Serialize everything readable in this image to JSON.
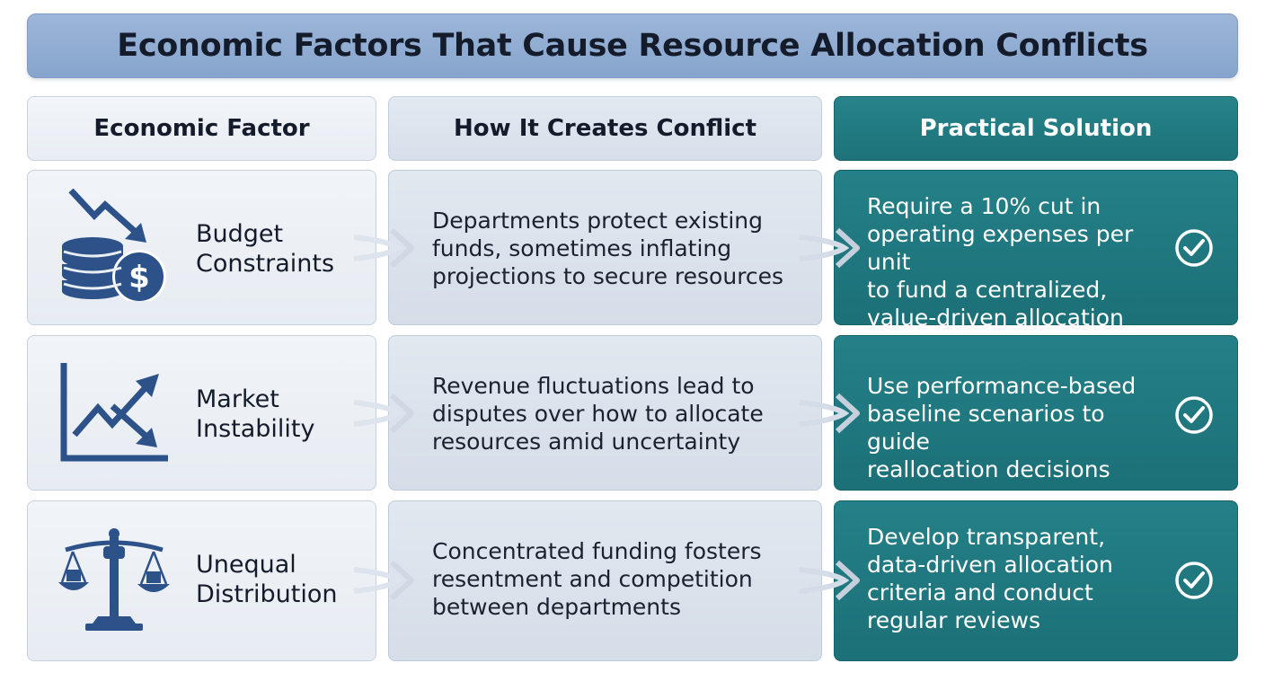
{
  "title": "Economic Factors That Cause Resource Allocation Conflicts",
  "headers": {
    "factor": "Economic Factor",
    "conflict": "How It Creates Conflict",
    "solution": "Practical Solution"
  },
  "colors": {
    "navy_icon": "#2d5189",
    "teal": "#1f777e",
    "title_blue": "#8fabd1"
  },
  "rows": [
    {
      "icon": "coins-down-trend-icon",
      "factor_line1": "Budget",
      "factor_line2": "Constraints",
      "conflict_lines": [
        "Departments protect existing",
        "funds, sometimes inflating",
        "projections to secure resources"
      ],
      "solution_lines": [
        "Require a 10% cut in",
        "operating expenses per unit",
        "to fund a centralized,",
        "value-driven allocation pool"
      ],
      "check_icon": "check-circle-icon"
    },
    {
      "icon": "volatile-chart-icon",
      "factor_line1": "Market",
      "factor_line2": "Instability",
      "conflict_lines": [
        "Revenue fluctuations lead to",
        "disputes over how to allocate",
        "resources amid uncertainty"
      ],
      "solution_lines": [
        "Use performance-based",
        "baseline scenarios to guide",
        "reallocation decisions"
      ],
      "check_icon": "check-circle-icon"
    },
    {
      "icon": "balance-scale-icon",
      "factor_line1": "Unequal",
      "factor_line2": "Distribution",
      "conflict_lines": [
        "Concentrated funding fosters",
        "resentment and competition",
        "between departments"
      ],
      "solution_lines": [
        "Develop transparent,",
        "data-driven allocation",
        "criteria and conduct",
        "regular reviews"
      ],
      "check_icon": "check-circle-icon"
    }
  ]
}
